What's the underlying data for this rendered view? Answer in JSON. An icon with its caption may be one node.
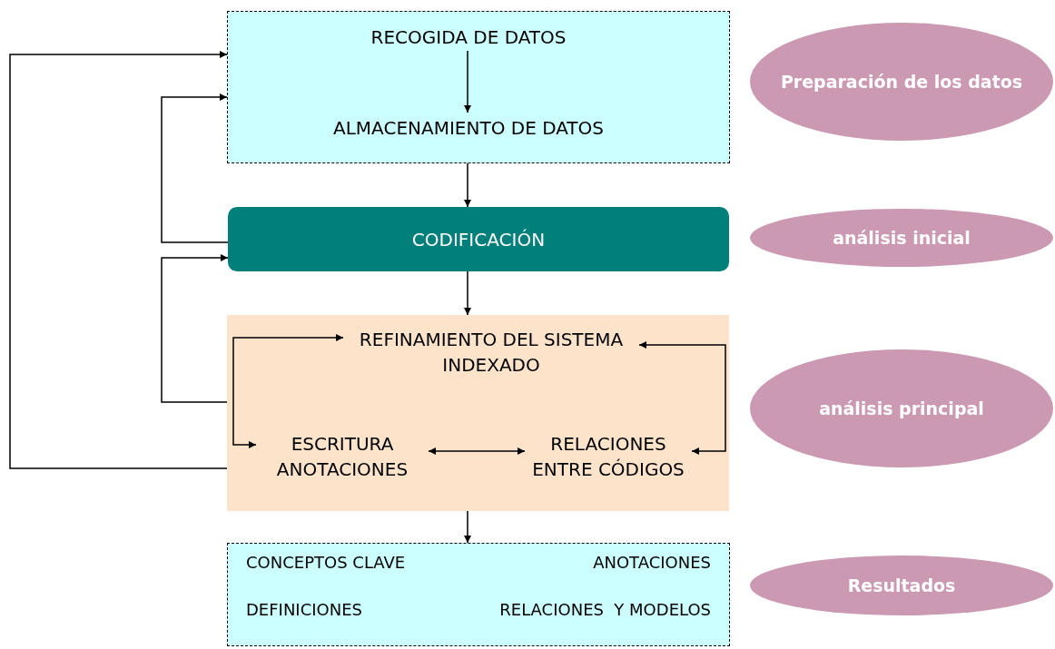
{
  "diagram": {
    "nodes": [
      {
        "text": [],
        "shape": "box"
      },
      {
        "text": [
          "RECOGIDA DE DATOS"
        ],
        "in": 0
      },
      {
        "text": [
          "ALMACENAMIENTO DE DATOS"
        ],
        "in": 0
      },
      {
        "text": [
          "CODIFICACIÓN"
        ]
      },
      {
        "text": [],
        "shape": "box"
      },
      {
        "text": [
          "REFINAMIENTO DEL SISTEMA INDEXADO"
        ],
        "in": 4
      },
      {
        "text": [
          "ESCRITURA ANOTACIONES"
        ],
        "in": 4
      },
      {
        "text": [
          "RELACIONES ENTRE CÓDIGOS"
        ],
        "in": 4
      },
      {
        "text": [
          "CONCEPTOS CLAVE",
          "ANOTACIONES",
          "DEFINICIONES",
          "RELACIONES  Y MODELOS"
        ]
      },
      {
        "text": [
          "Preparación de los datos"
        ]
      },
      {
        "text": [
          "análisis inicial"
        ]
      },
      {
        "text": [
          "análisis principal"
        ]
      },
      {
        "text": [
          "Resultados"
        ]
      }
    ],
    "edges": [
      {
        "from": 1,
        "to": 2,
        "arrow": "to"
      },
      {
        "from": 0,
        "to": 3,
        "arrow": "to"
      },
      {
        "from": 3,
        "to": 0,
        "arrow": "to"
      },
      {
        "from": 4,
        "to": 3,
        "arrow": "to"
      },
      {
        "from": 4,
        "to": 0,
        "arrow": "to"
      },
      {
        "from": 3,
        "to": 4,
        "arrow": "to"
      },
      {
        "from": 5,
        "to": 6,
        "arrow": "both"
      },
      {
        "from": 6,
        "to": 7,
        "arrow": "both"
      },
      {
        "from": 5,
        "to": 7,
        "arrow": "both"
      },
      {
        "from": 4,
        "to": 8,
        "arrow": "to"
      }
    ]
  }
}
